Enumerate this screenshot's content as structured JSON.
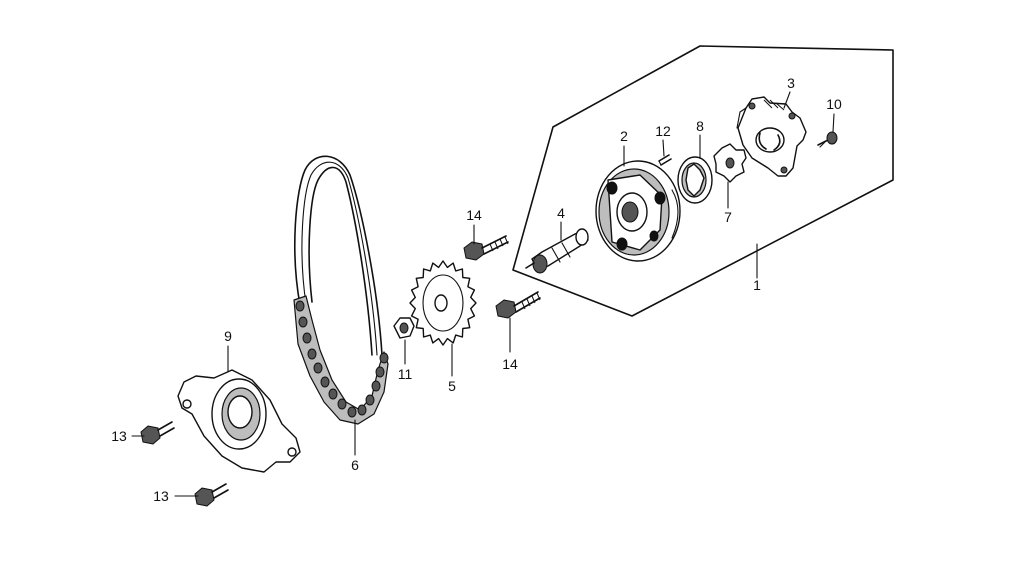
{
  "diagram": {
    "type": "exploded-parts-view",
    "callouts": [
      {
        "id": "c1",
        "label": "1"
      },
      {
        "id": "c2",
        "label": "2"
      },
      {
        "id": "c3",
        "label": "3"
      },
      {
        "id": "c4",
        "label": "4"
      },
      {
        "id": "c5",
        "label": "5"
      },
      {
        "id": "c6",
        "label": "6"
      },
      {
        "id": "c7",
        "label": "7"
      },
      {
        "id": "c8",
        "label": "8"
      },
      {
        "id": "c9",
        "label": "9"
      },
      {
        "id": "c10",
        "label": "10"
      },
      {
        "id": "c11",
        "label": "11"
      },
      {
        "id": "c12",
        "label": "12"
      },
      {
        "id": "c13a",
        "label": "13"
      },
      {
        "id": "c13b",
        "label": "13"
      },
      {
        "id": "c14a",
        "label": "14"
      },
      {
        "id": "c14b",
        "label": "14"
      }
    ]
  }
}
